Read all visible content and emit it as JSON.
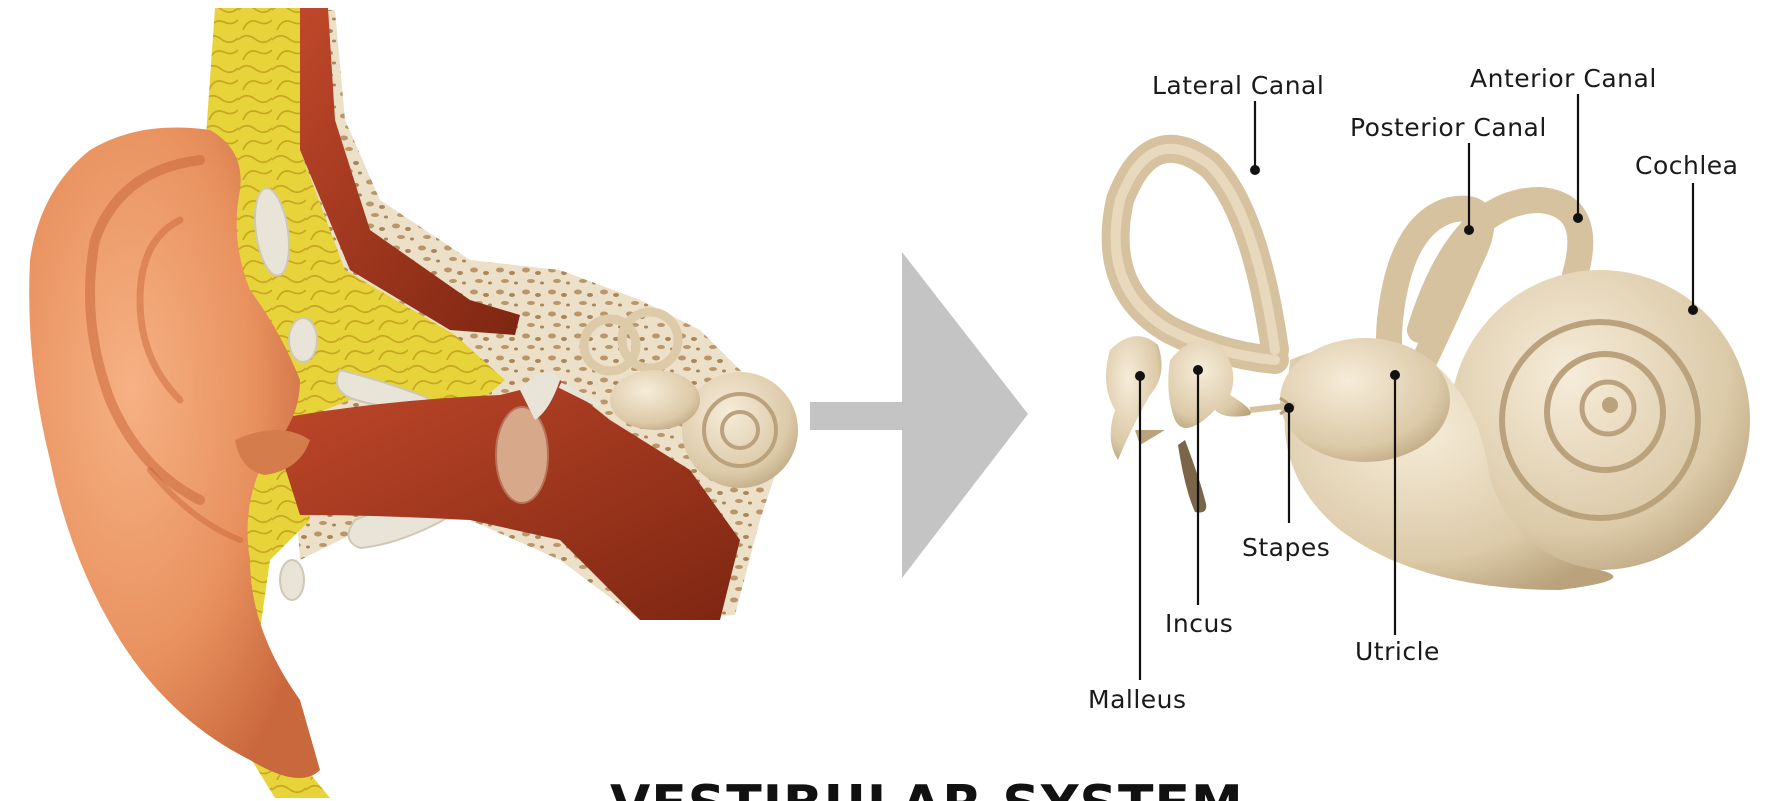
{
  "labels": {
    "lateral_canal": "Lateral Canal",
    "anterior_canal": "Anterior Canal",
    "posterior_canal": "Posterior Canal",
    "cochlea": "Cochlea",
    "stapes": "Stapes",
    "incus": "Incus",
    "utricle": "Utricle",
    "malleus": "Malleus"
  },
  "title": "VESTIBULAR SYSTEM",
  "colors": {
    "skin": "#e9925f",
    "skin_dark": "#c9683c",
    "fat_yellow": "#e6d43a",
    "bone": "#e7d8bd",
    "bone_spots": "#b9976a",
    "canal_red": "#a6351d",
    "inner_ear_bone": "#dccaa8",
    "arrow": "#c4c4c4"
  }
}
